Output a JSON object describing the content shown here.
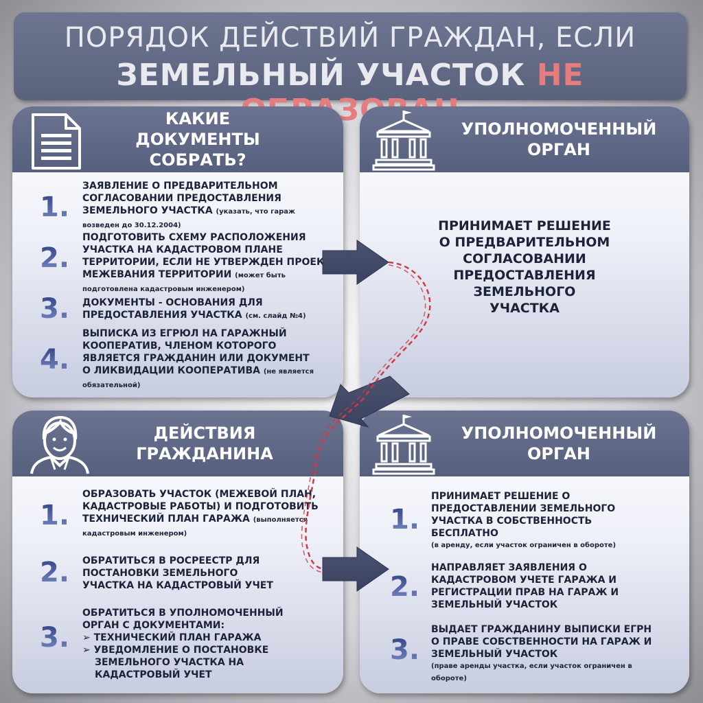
{
  "title": {
    "line1": "ПОРЯДОК ДЕЙСТВИЙ ГРАЖДАН, ЕСЛИ",
    "line2_main": "ЗЕМЕЛЬНЫЙ УЧАСТОК ",
    "line2_highlight": "НЕ ОБРАЗОВАН"
  },
  "colors": {
    "header": "#5f6884",
    "highlight": "#e57c7d",
    "number": "#3b4d8a",
    "connector": "#cf3a45"
  },
  "documents": {
    "heading": [
      "КАКИЕ",
      "ДОКУМЕНТЫ",
      "СОБРАТЬ?"
    ],
    "icon": "document-icon",
    "items": [
      {
        "num": "1.",
        "text": "ЗАЯВЛЕНИЕ О ПРЕДВАРИТЕЛЬНОМ СОГЛАСОВАНИИ ПРЕДОСТАВЛЕНИЯ ЗЕМЕЛЬНОГО УЧАСТКА",
        "note": "(указать, что гараж возведен до 30.12.2004)"
      },
      {
        "num": "2.",
        "text": "ПОДГОТОВИТЬ СХЕМУ РАСПОЛОЖЕНИЯ УЧАСТКА НА КАДАСТРОВОМ ПЛАНЕ ТЕРРИТОРИИ, ЕСЛИ НЕ УТВЕРЖДЕН ПРОЕКТ МЕЖЕВАНИЯ ТЕРРИТОРИИ",
        "note": "(может быть подготовлена кадастровым инженером)"
      },
      {
        "num": "3.",
        "text": "ДОКУМЕНТЫ - ОСНОВАНИЯ ДЛЯ ПРЕДОСТАВЛЕНИЯ УЧАСТКА",
        "note": "(см. слайд №4)"
      },
      {
        "num": "4.",
        "text": "ВЫПИСКА ИЗ ЕГРЮЛ НА ГАРАЖНЫЙ КООПЕРАТИВ, ЧЛЕНОМ КОТОРОГО ЯВЛЯЕТСЯ ГРАЖДАНИН ИЛИ ДОКУМЕНТ О ЛИКВИДАЦИИ КООПЕРАТИВА",
        "note": "(не является обязательной)"
      }
    ]
  },
  "authority_top": {
    "heading": [
      "УПОЛНОМОЧЕННЫЙ",
      "ОРГАН"
    ],
    "icon": "government-building-icon",
    "decision": [
      "ПРИНИМАЕТ РЕШЕНИЕ",
      "О ПРЕДВАРИТЕЛЬНОМ",
      "СОГЛАСОВАНИИ",
      "ПРЕДОСТАВЛЕНИЯ",
      "ЗЕМЕЛЬНОГО",
      "УЧАСТКА"
    ]
  },
  "citizen": {
    "heading": [
      "ДЕЙСТВИЯ",
      "ГРАЖДАНИНА"
    ],
    "icon": "person-icon",
    "items": [
      {
        "num": "1.",
        "text": "ОБРАЗОВАТЬ УЧАСТОК (МЕЖЕВОЙ ПЛАН, КАДАСТРОВЫЕ РАБОТЫ) И ПОДГОТОВИТЬ ТЕХНИЧЕСКИЙ ПЛАН ГАРАЖА",
        "note": "(выполняется кадастровым инженером)"
      },
      {
        "num": "2.",
        "text": "ОБРАТИТЬСЯ В РОСРЕЕСТР ДЛЯ ПОСТАНОВКИ ЗЕМЕЛЬНОГО УЧАСТКА НА КАДАСТРОВЫЙ УЧЕТ",
        "note": ""
      },
      {
        "num": "3.",
        "text": "ОБРАТИТЬСЯ В УПОЛНОМОЧЕННЫЙ ОРГАН С ДОКУМЕНТАМИ:",
        "note": "",
        "bullets": [
          "ТЕХНИЧЕСКИЙ ПЛАН ГАРАЖА",
          "УВЕДОМЛЕНИЕ О ПОСТАНОВКЕ ЗЕМЕЛЬНОГО УЧАСТКА НА КАДАСТРОВЫЙ УЧЕТ"
        ]
      }
    ]
  },
  "authority_bottom": {
    "heading": [
      "УПОЛНОМОЧЕННЫЙ",
      "ОРГАН"
    ],
    "icon": "government-building-icon",
    "items": [
      {
        "num": "1.",
        "text": "ПРИНИМАЕТ РЕШЕНИЕ О ПРЕДОСТАВЛЕНИИ ЗЕМЕЛЬНОГО УЧАСТКА В СОБСТВЕННОСТЬ БЕСПЛАТНО",
        "note": "(в аренду, если участок ограничен в обороте)"
      },
      {
        "num": "2.",
        "text": "НАПРАВЛЯЕТ ЗАЯВЛЕНИЯ О КАДАСТРОВОМ УЧЕТЕ ГАРАЖА И РЕГИСТРАЦИИ ПРАВ НА ГАРАЖ И ЗЕМЕЛЬНЫЙ УЧАСТОК",
        "note": ""
      },
      {
        "num": "3.",
        "text": "ВЫДАЕТ ГРАЖДАНИНУ ВЫПИСКИ ЕГРН О ПРАВЕ СОБСТВЕННОСТИ НА ГАРАЖ И ЗЕМЕЛЬНЫЙ УЧАСТОК",
        "note": "(праве аренды участка, если участок ограничен в обороте)"
      }
    ]
  }
}
